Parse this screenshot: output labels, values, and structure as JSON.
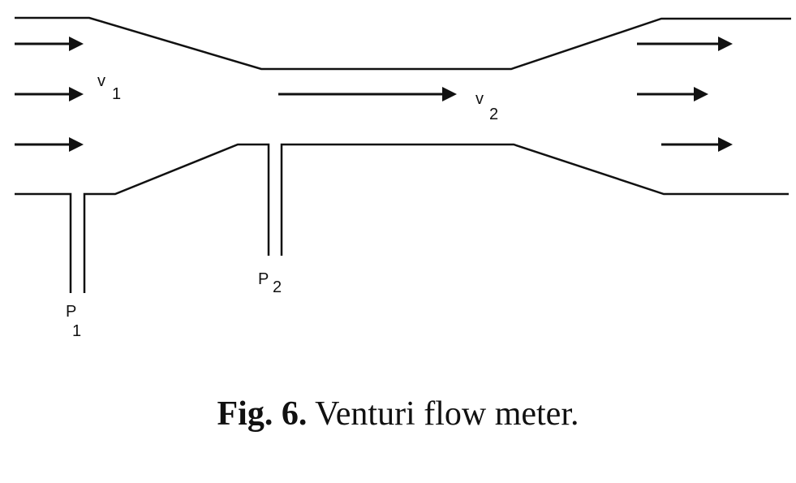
{
  "diagram": {
    "labels": {
      "v1": "v",
      "v1_sub": "1",
      "v2": "v",
      "v2_sub": "2",
      "p1": "P",
      "p1_sub": "1",
      "p2": "P",
      "p2_sub": "2"
    },
    "colors": {
      "line": "#111111",
      "background": "#ffffff"
    }
  },
  "caption": {
    "label": "Fig. 6.",
    "text": "Venturi flow meter."
  }
}
